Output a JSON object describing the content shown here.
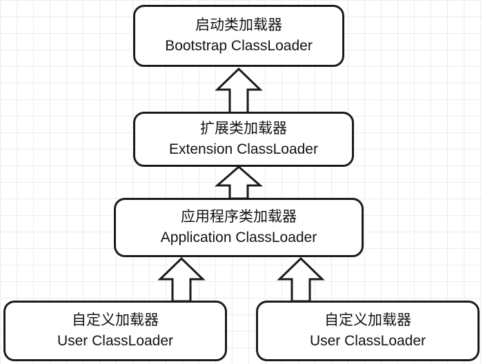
{
  "diagram": {
    "nodes": {
      "bootstrap": {
        "zh": "启动类加载器",
        "en": "Bootstrap ClassLoader"
      },
      "extension": {
        "zh": "扩展类加载器",
        "en": "Extension ClassLoader"
      },
      "application": {
        "zh": "应用程序类加载器",
        "en": "Application ClassLoader"
      },
      "user_left": {
        "zh": "自定义加载器",
        "en": "User ClassLoader"
      },
      "user_right": {
        "zh": "自定义加载器",
        "en": "User ClassLoader"
      }
    },
    "edges": [
      {
        "from": "extension",
        "to": "bootstrap"
      },
      {
        "from": "application",
        "to": "extension"
      },
      {
        "from": "user_left",
        "to": "application"
      },
      {
        "from": "user_right",
        "to": "application"
      }
    ]
  }
}
